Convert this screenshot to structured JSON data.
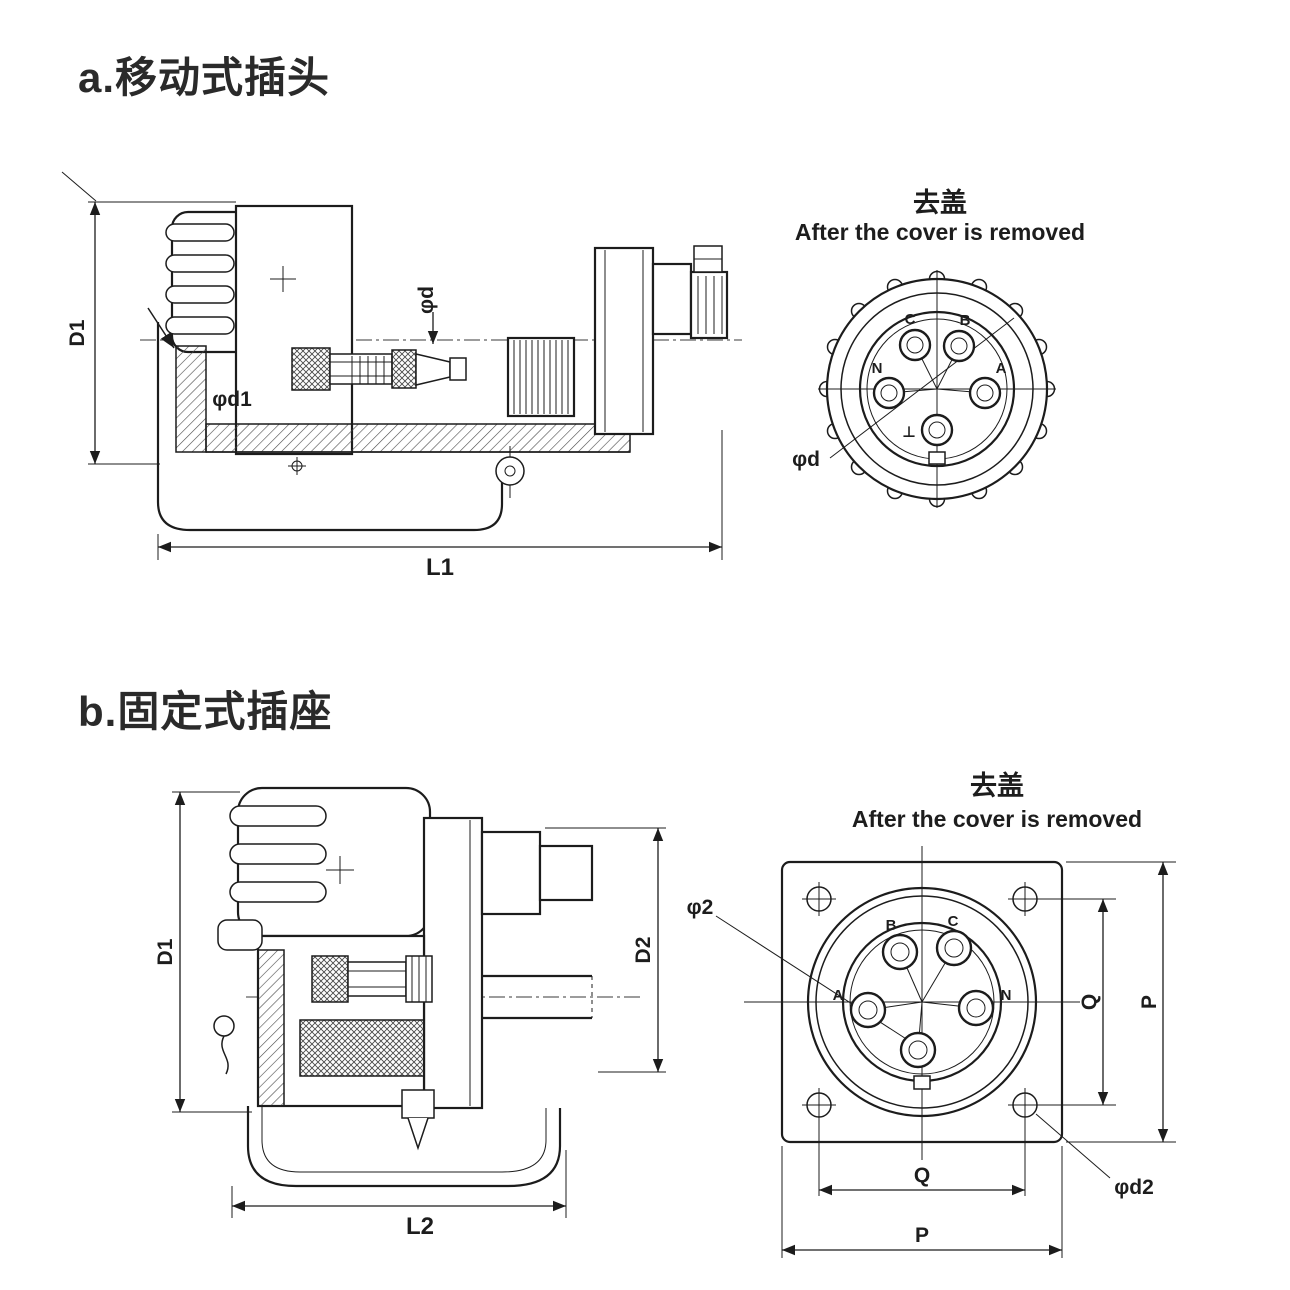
{
  "section_a": {
    "title": "a.移动式插头",
    "side_view": {
      "d1": "D1",
      "phi_d": "φd",
      "phi_d1": "φd1",
      "l1": "L1"
    },
    "front_view": {
      "note_cn": "去盖",
      "note_en": "After the cover is removed",
      "pin_c": "C",
      "pin_b": "B",
      "pin_n": "N",
      "pin_a": "A",
      "pin_ground": "⊥",
      "phi_d": "φd"
    }
  },
  "section_b": {
    "title": "b.固定式插座",
    "side_view": {
      "d1": "D1",
      "d2": "D2",
      "l2": "L2"
    },
    "front_view": {
      "note_cn": "去盖",
      "note_en": "After the cover is removed",
      "pin_b": "B",
      "pin_c": "C",
      "pin_a": "A",
      "pin_n": "N",
      "phi_2": "φ2",
      "q": "Q",
      "p": "P",
      "phi_d2": "φd2"
    }
  },
  "colors": {
    "ink": "#1c1c1c",
    "background": "#ffffff"
  }
}
